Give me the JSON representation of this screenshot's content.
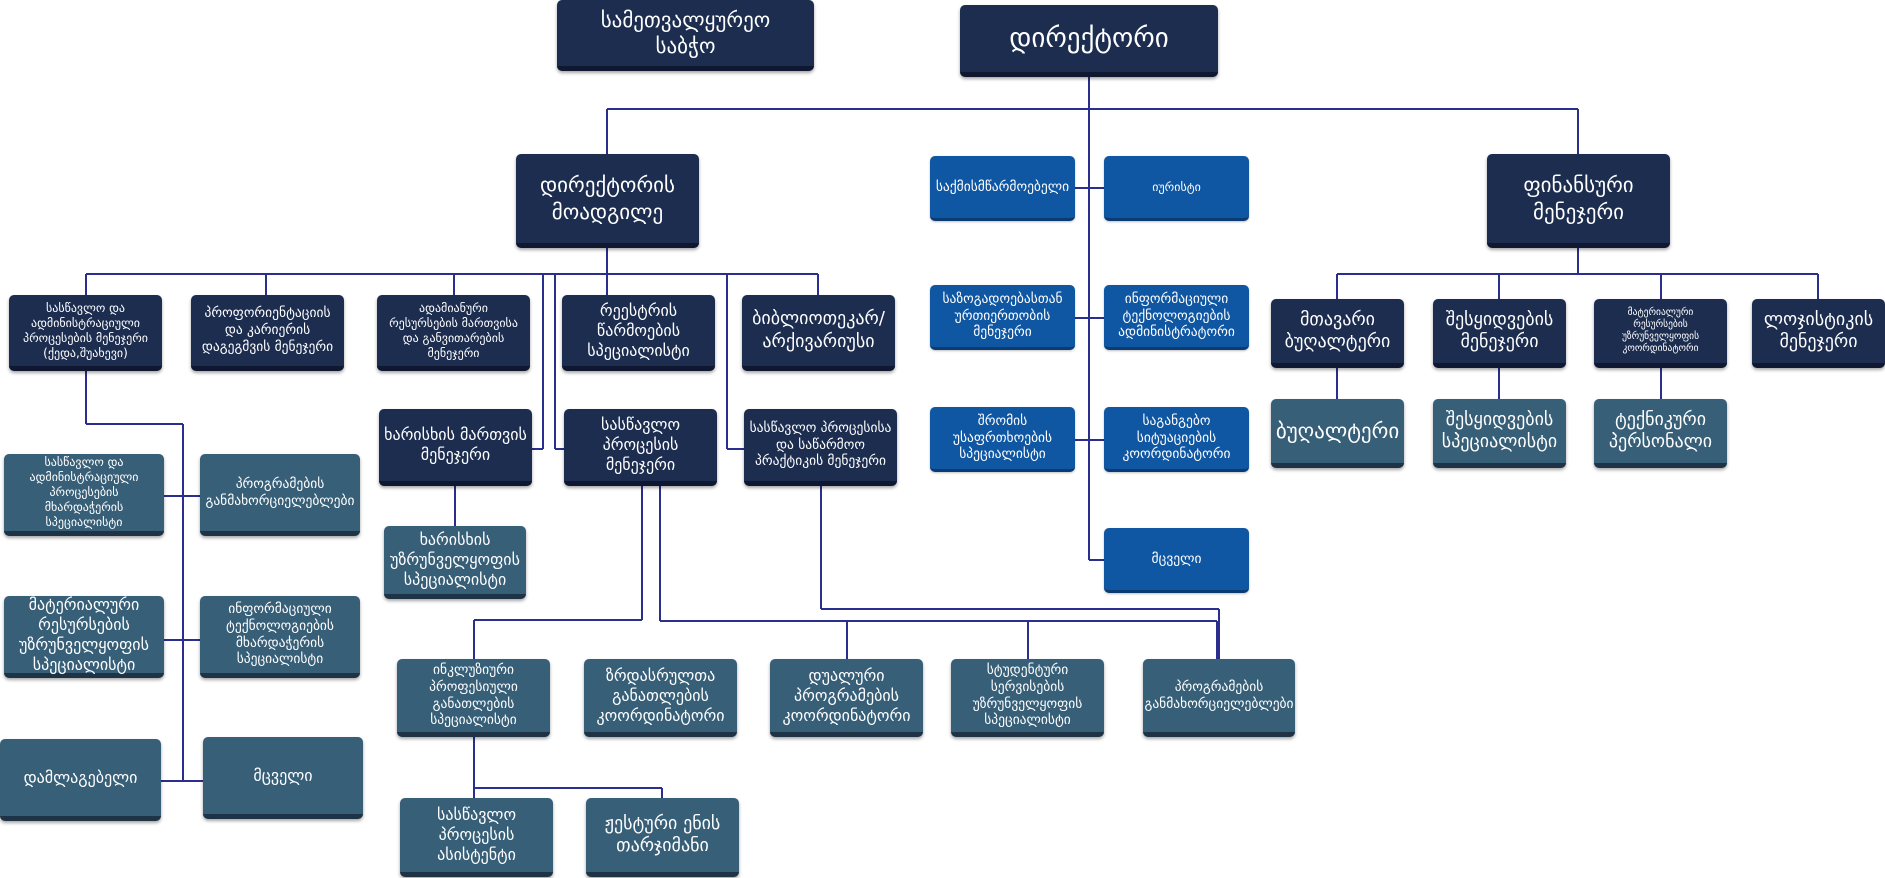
{
  "colors": {
    "line": "#2a2e8c",
    "navy_box": "#1c2d50",
    "slate_box": "#375f78",
    "blue_box": "#0f56a3",
    "text": "#ffffff"
  },
  "org": {
    "board": "სამეთვალყურეო\nსაბჭო",
    "director": "დირექტორი",
    "deputy_director": "დირექტორის\nმოადგილე",
    "finance_manager": "ფინანსური\nმენეჯერი",
    "clerk": "საქმისმწარმოებელი",
    "lawyer": "იურისტი",
    "pr_manager": "საზოგადოებასთან\nურთიერთობის\nმენეჯერი",
    "it_admin": "ინფორმაციული\nტექნოლოგიების\nადმინისტრატორი",
    "safety_specialist": "შრომის\nუსაფრთხოების\nსპეციალისტი",
    "emergency_coordinator": "საგანგებო\nსიტუაციების\nკოორდინატორი",
    "guard_right": "მცველი",
    "edu_admin_manager": "სასწავლო და\nადმინისტრაციული\nპროცესების მენეჯერი\n(ქედა,შუახევი)",
    "career_manager": "პროფორიენტაციის\nდა კარიერის\nდაგეგმვის მენეჯერი",
    "hr_manager": "ადამიანური\nრესურსების მართვისა\nდა განვითარების\nმენეჯერი",
    "registry_specialist": "რეესტრის\nწარმოების\nსპეციალისტი",
    "librarian": "ბიბლიოთეკარ/\nარქივარიუსი",
    "quality_manager": "ხარისხის მართვის\nმენეჯერი",
    "learning_process_manager": "სასწავლო\nპროცესის\nმენეჯერი",
    "practice_manager": "სასწავლო პროცესისა\nდა საწარმოო\nპრაქტიკის მენეჯერი",
    "quality_assurance_specialist": "ხარისხის\nუზრუნველყოფის\nსპეციალისტი",
    "chief_accountant": "მთავარი\nბუღალტერი",
    "procurement_manager": "შესყიდვების\nმენეჯერი",
    "material_resources_coordinator": "მატერიალური\nრესურსების\nუზრუნველყოფის\nკოორდინატორი",
    "logistics_manager": "ლოჯისტიკის\nმენეჯერი",
    "accountant": "ბუღალტერი",
    "procurement_specialist": "შესყიდვების\nსპეციალისტი",
    "technical_staff": "ტექნიკური\nპერსონალი",
    "process_specialist": "სასწავლო და\nადმინისტრაციული\nპროცესების\nმხარდაჭერის\nსპეციალისტი",
    "program_developers_left": "პროგრამების\nგანმახორციელებლები",
    "material_specialist": "მატერიალური\nრესურსების\nუზრუნველყოფის\nსპეციალისტი",
    "it_support_specialist": "ინფორმაციული\nტექნოლოგიების\nმხარდაჭერის\nსპეციალისტი",
    "cleaners": "დამლაგებელი",
    "guard_left": "მცველი",
    "inclusive_specialist": "ინკლუზიური\nპროფესიული\nგანათლების\nსპეციალისტი",
    "adult_education_coordinator": "ზრდასრულთა\nგანათლების\nკოორდინატორი",
    "dual_programs_coordinator": "დუალური\nპროგრამების\nკოორდინატორი",
    "student_services_specialist": "სტუდენტური\nსერვისების\nუზრუნველყოფის\nსპეციალისტი",
    "program_developers_bottom": "პროგრამების\nგანმახორციელებლები",
    "learning_assistant": "სასწავლო\nპროცესის\nასისტენტი",
    "sign_language_interpreter": "ჟესტური ენის\nთარჯიმანი"
  }
}
